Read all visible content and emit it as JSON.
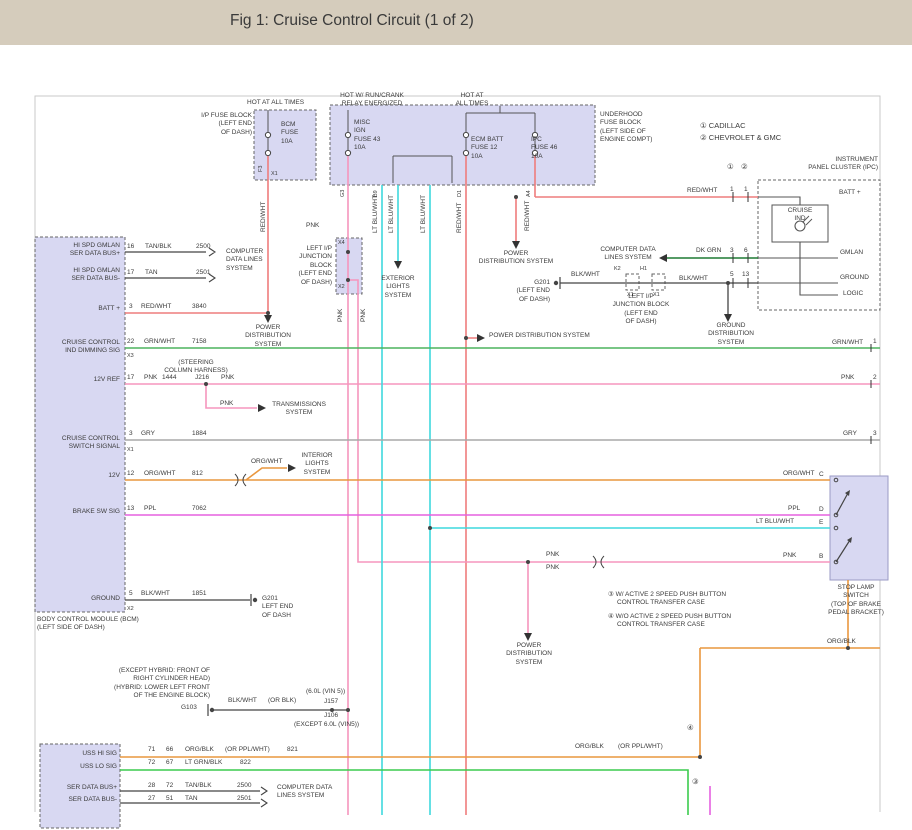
{
  "header": {
    "title": "Fig 1: Cruise Control Circuit (1 of 2)"
  },
  "colors": {
    "red": "#ee7d7d",
    "pink": "#f596bd",
    "cyan": "#3fd9de",
    "green": "#4db35f",
    "lt_green": "#3ccc4e",
    "dk_green": "#1f7a33",
    "orange": "#e9973f",
    "magenta": "#e561df",
    "gray": "#a9a9a9",
    "black": "#444444",
    "lavender": "#d8d8f2",
    "header_bg": "#d5ccbc"
  },
  "legend": {
    "item1": "① CADILLAC",
    "item2": "② CHEVROLET & GMC"
  },
  "fuses": {
    "hot1": "HOT AT ALL TIMES",
    "ip_block": "I/P FUSE BLOCK\n(LEFT END\nOF DASH)",
    "bcm": "BCM\nFUSE\n10A",
    "f3": "F3",
    "x1": "X1",
    "hot2": "HOT W/ RUN/CRANK\nRELAY ENERGIZED",
    "misc": "MISC\nIGN\nFUSE 43\n10A",
    "hot3": "HOT AT\nALL TIMES",
    "ecm": "ECM BATT\nFUSE 12\n10A",
    "ipc": "IPC\nFUSE 46\n10A",
    "underhood": "UNDERHOOD\nFUSE BLOCK\n(LEFT SIDE OF\nENGINE COMPT)",
    "g3": "G3",
    "b9": "B9",
    "d1": "D1",
    "a4": "A4"
  },
  "ipc": {
    "title": "INSTRUMENT\nPANEL CLUSTER (IPC)",
    "c1": "①",
    "c2": "②",
    "p1a": "1",
    "p1b": "1",
    "p3": "3",
    "p6": "6",
    "p5": "5",
    "p13": "13",
    "batt": "BATT +",
    "cruise_ind": "CRUISE\nIND",
    "gmlan": "GMLAN",
    "ground": "GROUND",
    "logic": "LOGIC"
  },
  "bcm": {
    "s1": "HI SPD GMLAN\nSER DATA BUS+",
    "s2": "HI SPD GMLAN\nSER DATA BUS-",
    "s3": "BATT +",
    "s4": "CRUISE CONTROL\nIND DIMMING SIG",
    "s5": "12V REF",
    "s6": "CRUISE CONTROL\nSWITCH SIGNAL",
    "s7": "12V",
    "s8": "BRAKE SW SIG",
    "s9": "GROUND",
    "x3": "X3",
    "x1": "X1",
    "x2": "X2",
    "caption": "BODY CONTROL MODULE (BCM)\n(LEFT SIDE OF DASH)",
    "r1p": "16",
    "r1c": "TAN/BLK",
    "r1n": "2500",
    "r2p": "17",
    "r2c": "TAN",
    "r2n": "2501",
    "r3p": "3",
    "r3c": "RED/WHT",
    "r3n": "3840",
    "r4p": "22",
    "r4c": "GRN/WHT",
    "r4n": "7158",
    "steer": "(STEERING\nCOLUMN HARNESS)",
    "r5p": "17",
    "r5c": "PNK",
    "r5n": "1444",
    "j216": "J216",
    "r5c2": "PNK",
    "r6p": "3",
    "r6c": "GRY",
    "r6n": "1884",
    "r7p": "12",
    "r7c": "ORG/WHT",
    "r7n": "812",
    "r8p": "13",
    "r8c": "PPL",
    "r8n": "7062",
    "r9p": "5",
    "r9c": "BLK/WHT",
    "r9n": "1851"
  },
  "sys": {
    "comp_l": "COMPUTER\nDATA LINES\nSYSTEM",
    "pwr_l": "POWER\nDISTRIBUTION\nSYSTEM",
    "trans": "TRANSMISSIONS\nSYSTEM",
    "interior": "INTERIOR\nLIGHTS\nSYSTEM",
    "exterior": "EXTERIOR\nLIGHTS\nSYSTEM",
    "pwr_m": "POWER DISTRIBUTION SYSTEM",
    "pwr_t": "POWER\nDISTRIBUTION SYSTEM",
    "comp_r": "COMPUTER DATA\nLINES SYSTEM",
    "gnd_dist": "GROUND\nDISTRIBUTION\nSYSTEM",
    "pwr_b": "POWER\nDISTRIBUTION\nSYSTEM",
    "comp_b": "COMPUTER DATA\nLINES SYSTEM"
  },
  "jb": {
    "left": "LEFT I/P\nJUNCTION\nBLOCK\n(LEFT END\nOF DASH)",
    "right": "LEFT I/P\nJUNCTION BLOCK\n(LEFT END\nOF DASH)",
    "x4": "X4",
    "x2": "X2",
    "pnk": "PNK"
  },
  "gnd": {
    "g201_l": "G201\nLEFT END\nOF DASH",
    "g201_m": "G201\n(LEFT END\nOF DASH)",
    "g103": "G103",
    "k2": "K2",
    "h1": "H1",
    "x1a": "X1",
    "x1b": "X1",
    "bw1": "BLK/WHT",
    "bw2": "BLK/WHT",
    "bwg": "BLK/WHT",
    "orblk": "(OR BLK)",
    "vin5": "(6.0L (VIN 5))",
    "j157": "J157",
    "j106": "J106",
    "j106n": "(EXCEPT 6.0L (VIN5))",
    "hybrid": "(EXCEPT HYBRID: FRONT OF\nRIGHT CYLINDER HEAD)\n(HYBRID: LOWER LEFT FRONT\nOF THE ENGINE BLOCK)"
  },
  "wl": {
    "rw_ipc": "RED/WHT",
    "dk_grn": "DK GRN",
    "v_rw": "RED/WHT",
    "v_blu": "LT BLU/WHT",
    "v_pnk": "PNK",
    "pnk_tr": "PNK",
    "org_l": "ORG/WHT",
    "grn_r": "GRN/WHT",
    "pnk_r": "PNK",
    "gry_r": "GRY",
    "org_r": "ORG/WHT",
    "ppl_r": "PPL",
    "blu_r": "LT BLU/WHT",
    "pnk_b": "PNK",
    "pnk_m": "PNK",
    "orgblk_r": "ORG/BLK",
    "orgblk_m": "ORG/BLK",
    "orppl_m": "(OR PPL/WHT)"
  },
  "edge": {
    "n1": "1",
    "n2": "2",
    "n3": "3",
    "pc": "C",
    "pd": "D",
    "pe": "E",
    "pb": "B"
  },
  "stop": {
    "caption": "STOP LAMP\nSWITCH\n(TOP OF BRAKE\nPEDAL BRACKET)"
  },
  "notes": {
    "n3": "③ W/ ACTIVE 2 SPEED PUSH BUTTON\n     CONTROL TRANSFER CASE",
    "n4": "④ W/O ACTIVE 2 SPEED PUSH BUTTON\n     CONTROL TRANSFER CASE",
    "c3": "③",
    "c4": "④"
  },
  "bot": {
    "uss1": "USS HI SIG",
    "uss2": "USS LO SIG",
    "sdb1": "SER DATA BUS+",
    "sdb2": "SER DATA BUS-",
    "q1a": "71",
    "q1b": "66",
    "q1c": "ORG/BLK",
    "q1d": "(OR PPL/WHT)",
    "q1e": "821",
    "q2a": "72",
    "q2b": "67",
    "q2c": "LT GRN/BLK",
    "q2d": "822",
    "q3a": "28",
    "q3b": "72",
    "q3c": "TAN/BLK",
    "q3d": "2500",
    "q4a": "27",
    "q4b": "51",
    "q4c": "TAN",
    "q4d": "2501"
  }
}
